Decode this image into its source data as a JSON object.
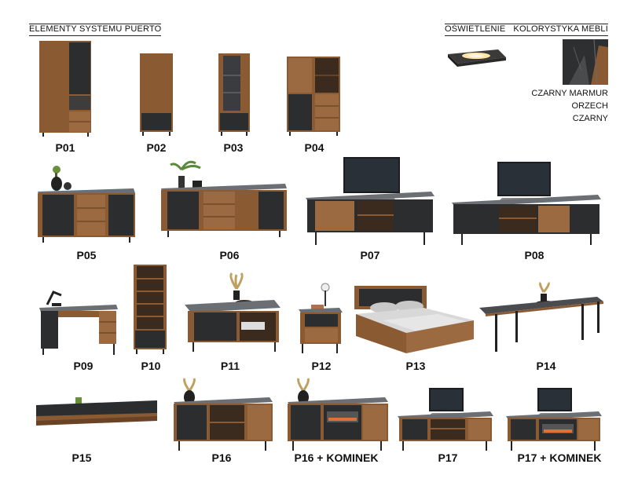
{
  "header": {
    "system_title": "ELEMENTY SYSTEMU PUERTO",
    "lighting_title": "OŚWIETLENIE",
    "color_title": "KOLORYSTYKA MEBLI"
  },
  "color_names": [
    "CZARNY MARMUR",
    "ORZECH",
    "CZARNY"
  ],
  "colors": {
    "walnut": "#8a5a33",
    "black": "#2b2d2f",
    "marble": "#3a3b3d"
  },
  "items": [
    {
      "label": "P01"
    },
    {
      "label": "P02"
    },
    {
      "label": "P03"
    },
    {
      "label": "P04"
    },
    {
      "label": "P05"
    },
    {
      "label": "P06"
    },
    {
      "label": "P07"
    },
    {
      "label": "P08"
    },
    {
      "label": "P09"
    },
    {
      "label": "P10"
    },
    {
      "label": "P11"
    },
    {
      "label": "P12"
    },
    {
      "label": "P13"
    },
    {
      "label": "P14"
    },
    {
      "label": "P15"
    },
    {
      "label": "P16"
    },
    {
      "label": "P16 + KOMINEK"
    },
    {
      "label": "P17"
    },
    {
      "label": "P17 + KOMINEK"
    }
  ]
}
